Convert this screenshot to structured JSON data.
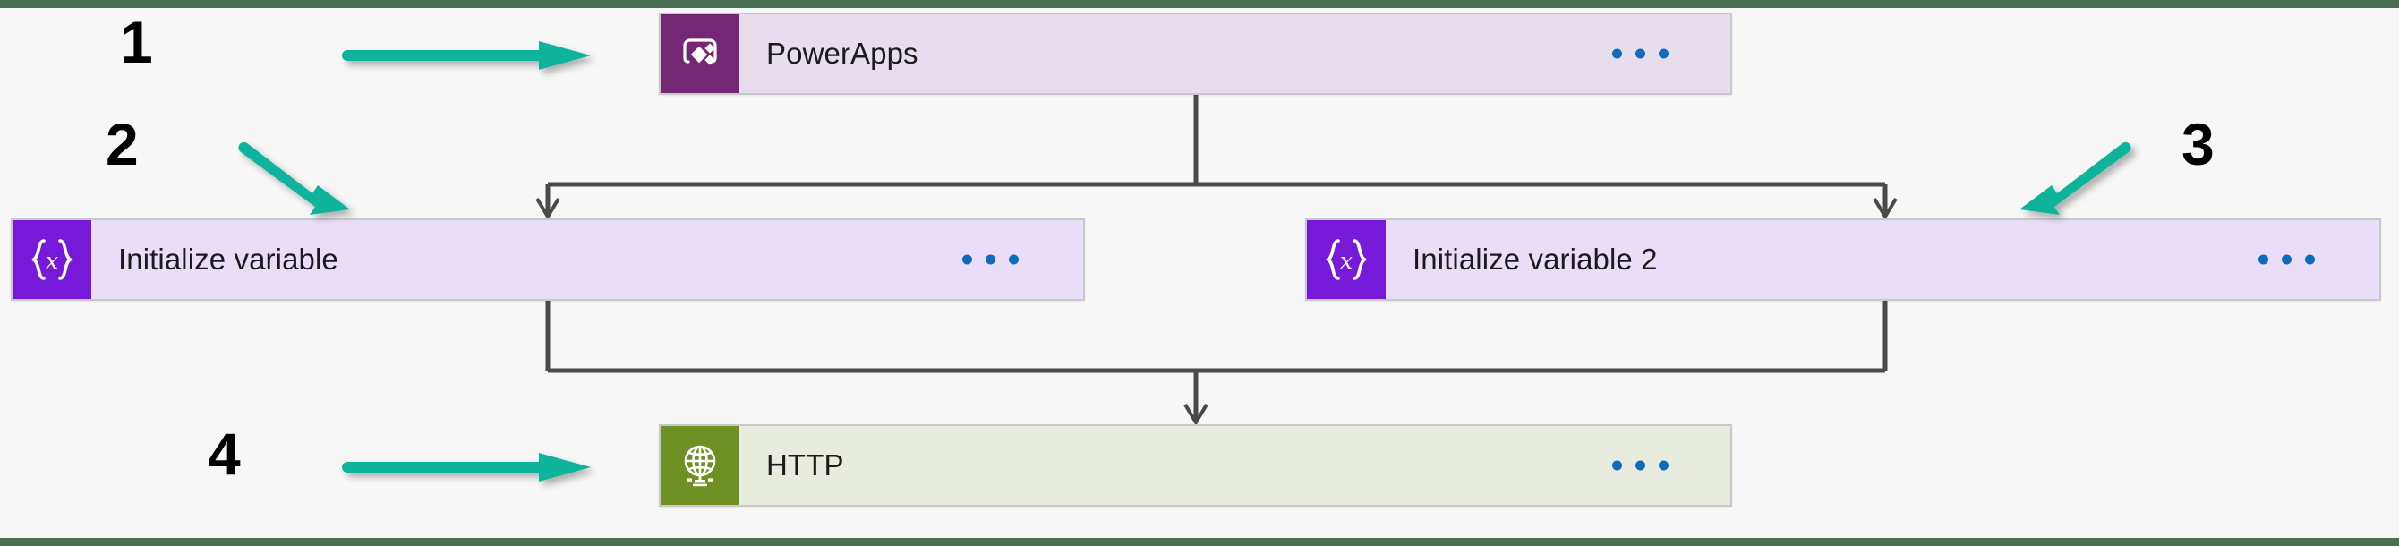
{
  "page": {
    "background_color": "#f7f7f7",
    "chrome_bar_color": "#4a7054"
  },
  "flow": {
    "cards": [
      {
        "id": "powerapps",
        "title": "PowerApps",
        "icon": "powerapps-icon",
        "icon_bg": "#742774",
        "body_bg": "#e8dded",
        "menu": "ellipsis-menu"
      },
      {
        "id": "init1",
        "title": "Initialize variable",
        "icon": "variable-braces-icon",
        "icon_bg": "#7719d8",
        "body_bg": "#e9ddf7",
        "menu": "ellipsis-menu"
      },
      {
        "id": "init2",
        "title": "Initialize variable 2",
        "icon": "variable-braces-icon",
        "icon_bg": "#7719d8",
        "body_bg": "#e9ddf7",
        "menu": "ellipsis-menu"
      },
      {
        "id": "http",
        "title": "HTTP",
        "icon": "globe-http-icon",
        "icon_bg": "#6f9022",
        "body_bg": "#e8ecdf",
        "menu": "ellipsis-menu"
      }
    ],
    "connector_color": "#4a4a4a",
    "menu_dot_color": "#0f6cbd"
  },
  "annotations": {
    "arrow_color": "#0fb39a",
    "items": [
      {
        "number": "1",
        "points_to": "powerapps",
        "direction": "right"
      },
      {
        "number": "2",
        "points_to": "init1",
        "direction": "down-right"
      },
      {
        "number": "3",
        "points_to": "init2",
        "direction": "down-left"
      },
      {
        "number": "4",
        "points_to": "http",
        "direction": "right"
      }
    ]
  }
}
